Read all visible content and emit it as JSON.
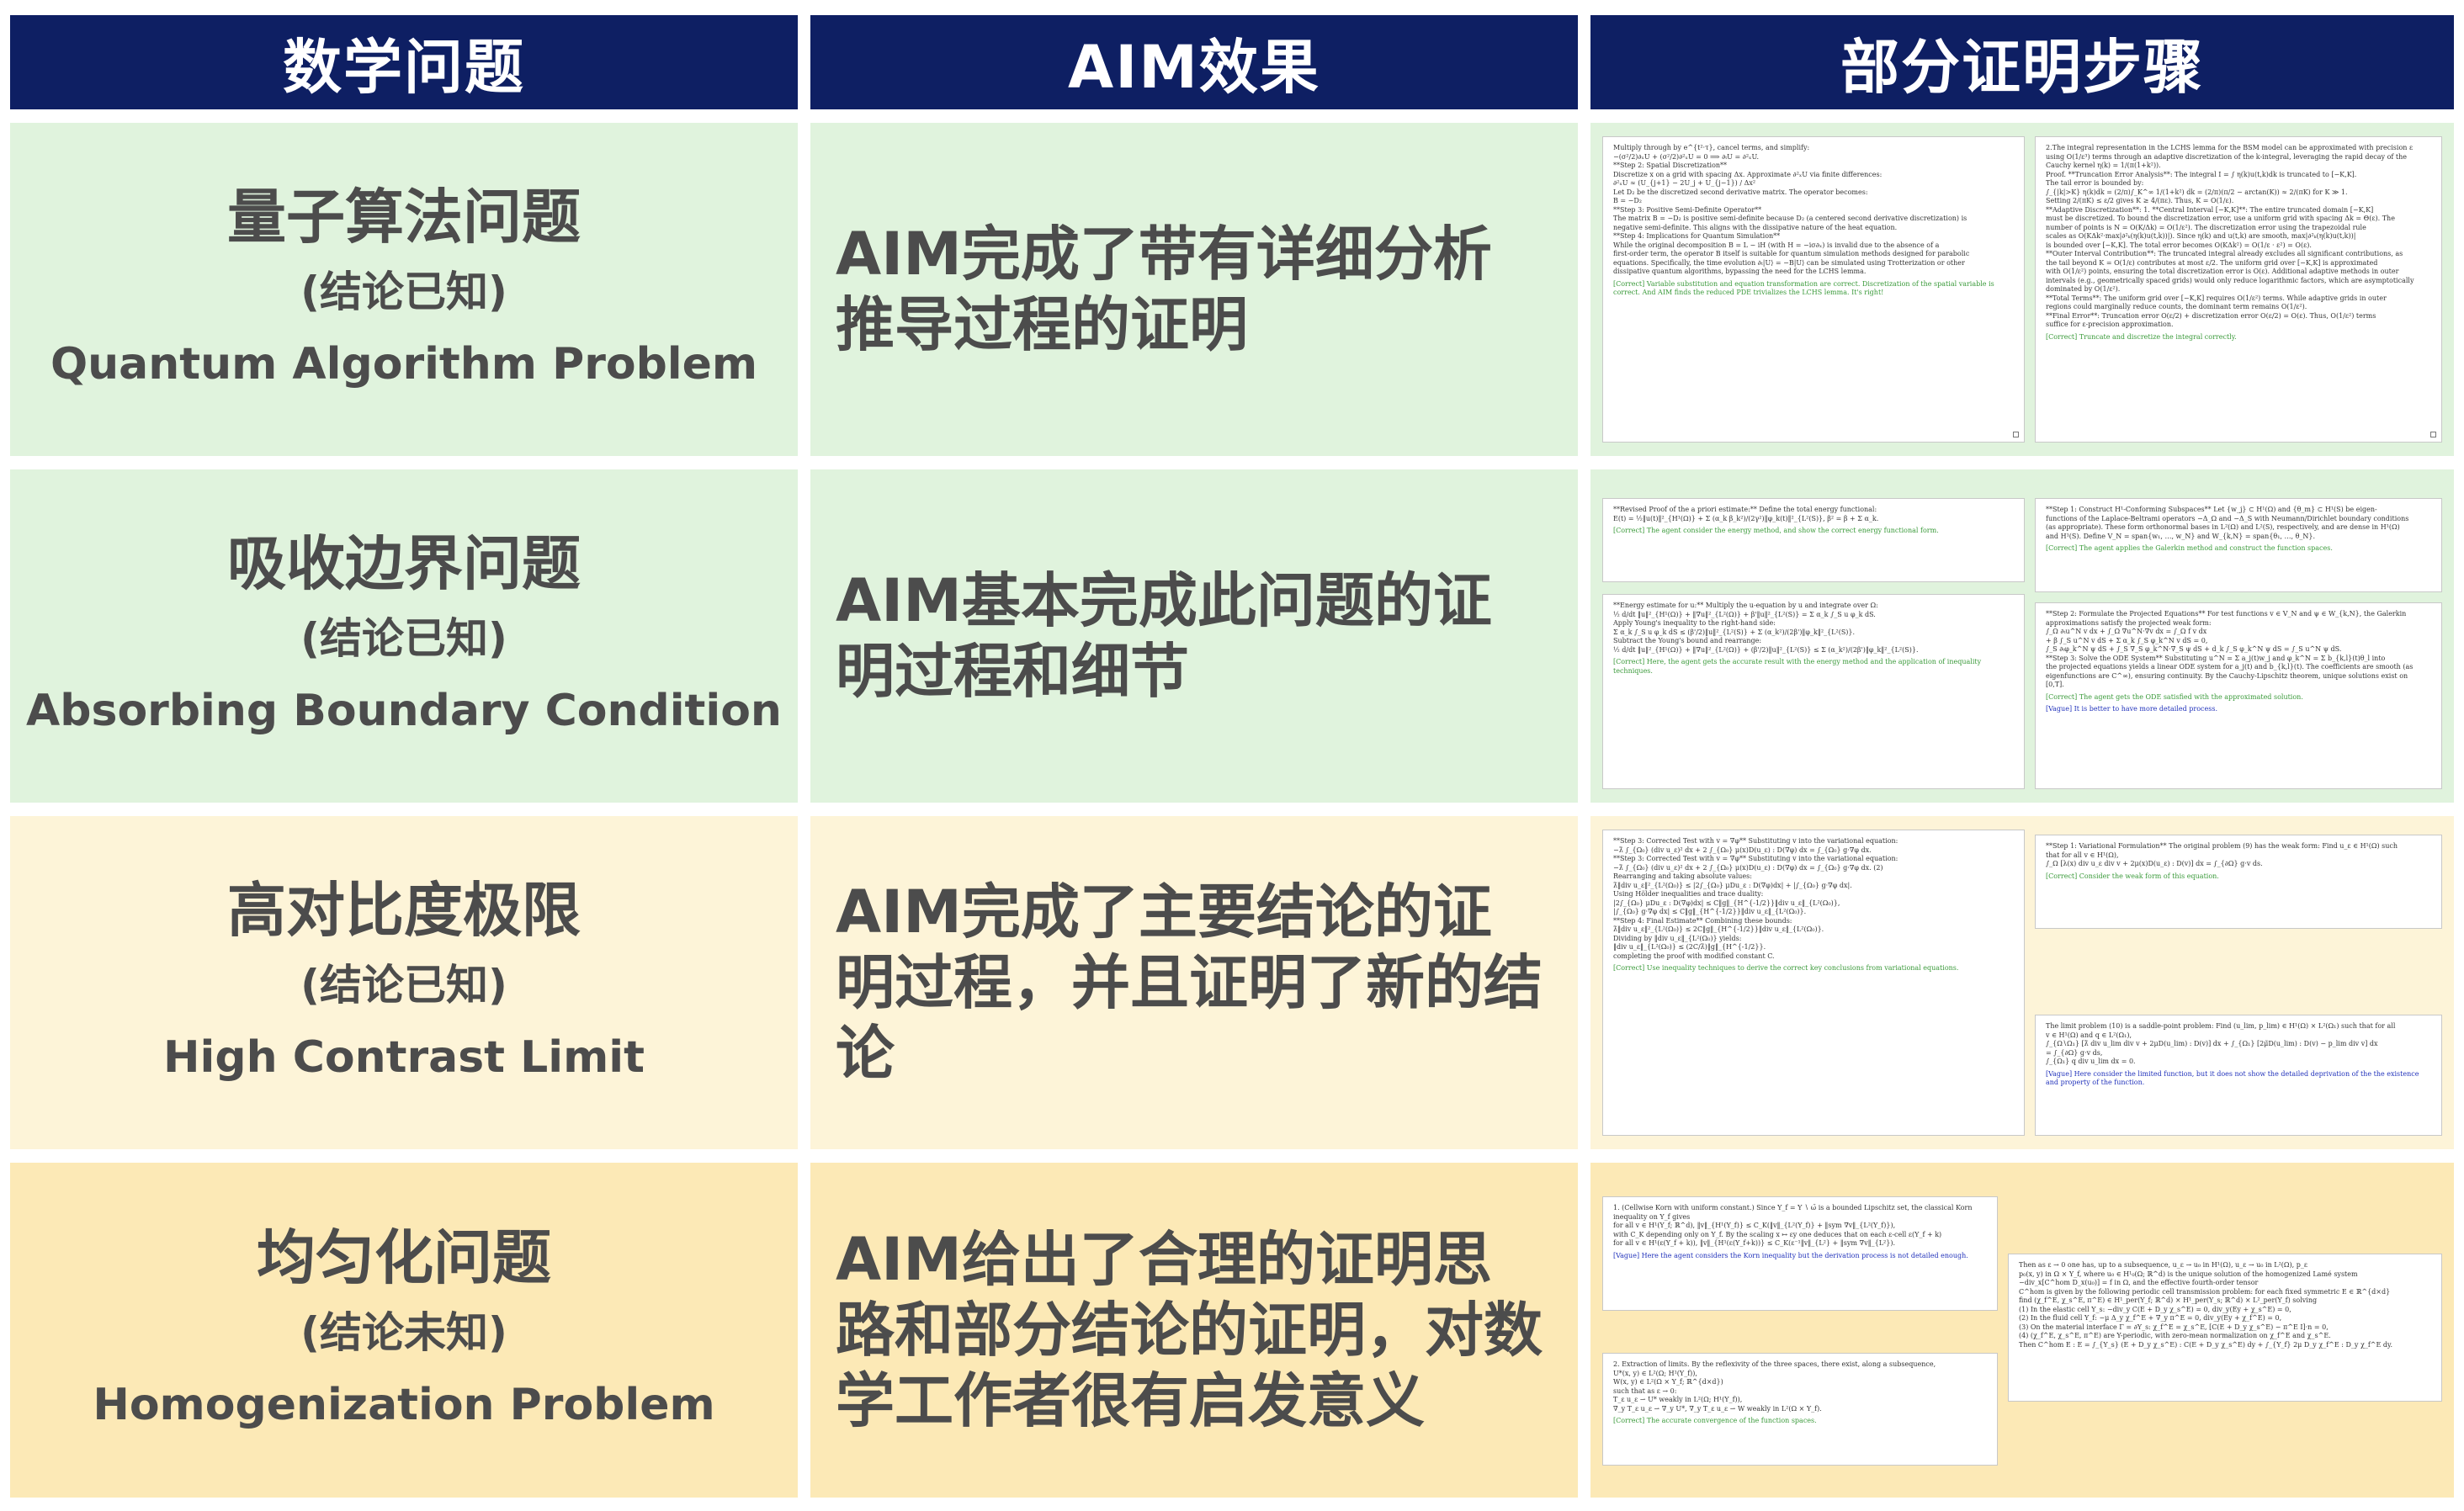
{
  "headers": [
    "数学问题",
    "AIM效果",
    "部分证明步骤"
  ],
  "rows": [
    {
      "problem_zh": "量子算法问题",
      "status": "(结论已知)",
      "problem_en": "Quantum Algorithm Problem",
      "effect": "AIM完成了带有详细分析推导过程的证明",
      "pages": [
        {
          "lines": [
            "Multiply through by e^{t²·τ}, cancel terms, and simplify:",
            "−(σ²/2)∂ₓU + (σ²/2)∂²ₓU = 0 ⟹ ∂ₜU = ∂²ₓU.",
            "**Step 2: Spatial Discretization**",
            "Discretize x on a grid with spacing Δx. Approximate ∂²ₓU via finite differences:",
            "∂²ₓU ≈ (U_{j+1} − 2U_j + U_{j−1}) / Δx²",
            "Let D₂ be the discretized second derivative matrix. The operator becomes:",
            "B = −D₂",
            "**Step 3: Positive Semi-Definite Operator**",
            "The matrix B = −D₂ is positive semi-definite because D₂ (a centered second derivative discretization) is",
            "negative semi-definite. This aligns with the dissipative nature of the heat equation.",
            "**Step 4: Implications for Quantum Simulation**",
            "While the original decomposition B = L − iH (with H = −iσ∂ₓ) is invalid due to the absence of a",
            "first-order term, the operator B itself is suitable for quantum simulation methods designed for parabolic",
            "equations. Specifically, the time evolution ∂ₜ|U⟩ = −B|U⟩ can be simulated using Trotterization or other",
            "dissipative quantum algorithms, bypassing the need for the LCHS lemma."
          ],
          "note": "[Correct] Variable substitution and equation transformation are correct. Discretization of the spatial variable is correct. And AIM finds the reduced PDE trivializes the LCHS lemma. It's right!"
        },
        {
          "lines": [
            "2.The integral representation in the LCHS lemma for the BSM model can be approximated with precision ε",
            "using O(1/ε³) terms through an adaptive discretization of the k-integral, leveraging the rapid decay of the",
            "Cauchy kernel η(k) = 1/(π(1+k²)).",
            "Proof. **Truncation Error Analysis**: The integral I = ∫ η(k)u(t,k)dk is truncated to [−K,K].",
            "The tail error is bounded by:",
            "∫_{|k|>K} η(k)dk = (2/π)∫_K^∞ 1/(1+k²) dk = (2/π)(π/2 − arctan(K)) ≈ 2/(πK) for K ≫ 1.",
            "Setting 2/(πK) ≤ ε/2 gives K ≥ 4/(πε). Thus, K = O(1/ε).",
            "**Adaptive Discretization**: 1. **Central Interval [−K,K]**: The entire truncated domain [−K,K]",
            "must be discretized. To bound the discretization error, use a uniform grid with spacing Δk = Θ(ε). The",
            "number of points is N = O(K/Δk) = O(1/ε²). The discretization error using the trapezoidal rule",
            "scales as O(KΔk²·max|∂²ₖ(η(k)u(t,k))|). Since η(k) and u(t,k) are smooth, max|∂²ₖ(η(k)u(t,k))|",
            "is bounded over [−K,K]. The total error becomes O(KΔk²) = O(1/ε · ε²) = O(ε).",
            "**Outer Interval Contribution**: The truncated integral already excludes all significant contributions, as",
            "the tail beyond K = O(1/ε) contributes at most ε/2. The uniform grid over [−K,K] is approximated",
            "with O(1/ε²) points, ensuring the total discretization error is O(ε). Additional adaptive methods in outer",
            "intervals (e.g., geometrically spaced grids) would only reduce logarithmic factors, which are asymptotically",
            "dominated by O(1/ε²).",
            "**Total Terms**: The uniform grid over [−K,K] requires O(1/ε²) terms. While adaptive grids in outer",
            "regions could marginally reduce counts, the dominant term remains O(1/ε²).",
            "**Final Error**: Truncation error O(ε/2) + discretization error O(ε/2) = O(ε). Thus, O(1/ε²) terms",
            "suffice for ε-precision approximation."
          ],
          "note": "[Correct] Truncate and discretize the integral correctly."
        }
      ]
    },
    {
      "problem_zh": "吸收边界问题",
      "status": "(结论已知)",
      "problem_en": "Absorbing Boundary Condition",
      "effect": "AIM基本完成此问题的证明过程和细节",
      "pages": [
        {
          "lines": [
            "**Revised Proof of the a priori estimate:** Define the total energy functional:",
            "E(t) = ½‖u(t)‖²_{H¹(Ω)} + Σ (α_k β_k²)/(2γ²)‖φ_k(t)‖²_{L²(S)},  β² = β + Σ α_k."
          ],
          "note": "[Correct] The agent consider the energy method, and show the correct energy functional form."
        },
        {
          "lines": [
            "**Energy estimate for u:** Multiply the u-equation by u and integrate over Ω:",
            "½ d/dt ‖u‖²_{H¹(Ω)} + ‖∇u‖²_{L²(Ω)} + β'‖u‖²_{L²(S)} = Σ α_k ∫_S u φ_k dS.",
            "Apply Young's inequality to the right-hand side:",
            "Σ α_k ∫_S u φ_k dS ≤ (β'/2)‖u‖²_{L²(S)} + Σ (α_k²)/(2β')‖φ_k‖²_{L²(S)}.",
            "Subtract the Young's bound and rearrange:",
            "½ d/dt ‖u‖²_{H¹(Ω)} + ‖∇u‖²_{L²(Ω)} + (β'/2)‖u‖²_{L²(S)} ≤ Σ (α_k²)/(2β')‖φ_k‖²_{L²(S)}."
          ],
          "note": "[Correct] Here, the agent gets the accurate result with the energy method and the application of inequality techniques."
        },
        {
          "lines": [
            "**Step 1: Construct H¹-Conforming Subspaces** Let {w_j} ⊂ H¹(Ω) and {θ_m} ⊂ H¹(S) be eigen-",
            "functions of the Laplace-Beltrami operators −Δ_Ω and −Δ_S with Neumann/Dirichlet boundary conditions",
            "(as appropriate). These form orthonormal bases in L²(Ω) and L²(S), respectively, and are dense in H¹(Ω)",
            "and H¹(S). Define V_N = span{w₁, …, w_N} and W_{k,N} = span{θ₁, …, θ_N}."
          ],
          "note": "[Correct] The agent applies the Galerkin method and construct the function spaces."
        },
        {
          "lines": [
            "**Step 2: Formulate the Projected Equations** For test functions v ∈ V_N and ψ ∈ W_{k,N}, the Galerkin",
            "approximations satisfy the projected weak form:",
            "∫_Ω ∂ₜu^N v dx + ∫_Ω ∇u^N·∇v dx = ∫_Ω f v dx",
            "+ β ∫_S u^N v dS + Σ α_k ∫_S φ_k^N v dS = 0,",
            "∫_S ∂ₜφ_k^N ψ dS + ∫_S ∇_S φ_k^N·∇_S ψ dS + d_k ∫_S φ_k^N ψ dS = ∫_S u^N ψ dS.",
            "**Step 3: Solve the ODE System** Substituting u^N = Σ a_j(t)w_j and φ_k^N = Σ b_{k,l}(t)θ_l into",
            "the projected equations yields a linear ODE system for a_j(t) and b_{k,l}(t). The coefficients are smooth (as",
            "eigenfunctions are C^∞), ensuring continuity. By the Cauchy-Lipschitz theorem, unique solutions exist on",
            "[0,T]."
          ],
          "note": "[Correct] The agent gets the ODE satisfied with the approximated solution.",
          "note2": "[Vague] It is better to have more detailed process."
        }
      ]
    },
    {
      "problem_zh": "高对比度极限",
      "status": "(结论已知)",
      "problem_en": "High Contrast Limit",
      "effect": "AIM完成了主要结论的证明过程，并且证明了新的结论",
      "pages": [
        {
          "lines": [
            "**Step 3: Corrected Test with v = ∇φ** Substituting v into the variational equation:",
            "−λ̃ ∫_{Ω₀} (div u_ε)² dx + 2 ∫_{Ω₀} μ(x)D(u_ε) : D(∇φ) dx = ∫_{Ω₀} g·∇φ dx.",
            "**Step 3: Corrected Test with v = ∇φ** Substituting v into the variational equation:",
            "−λ̃ ∫_{Ω₀} (div u_ε)² dx + 2 ∫_{Ω₀} μ(x)D(u_ε) : D(∇φ) dx = ∫_{Ω₀} g·∇φ dx.   (2)",
            "Rearranging and taking absolute values:",
            "λ̃‖div u_ε‖²_{L²(Ω₀)} ≤ |2∫_{Ω₀} μDu_ε : D(∇φ)dx| + |∫_{Ω₀} g·∇φ dx|.",
            "Using Hölder inequalities and trace duality:",
            "|2∫_{Ω₀} μDu_ε : D(∇φ)dx| ≤ C‖g‖_{H^{-1/2}}‖div u_ε‖_{L²(Ω₀)},",
            "|∫_{Ω₀} g·∇φ dx| ≤ C‖g‖_{H^{-1/2}}‖div u_ε‖_{L²(Ω₀)}.",
            "**Step 4: Final Estimate** Combining these bounds:",
            "λ̃‖div u_ε‖²_{L²(Ω₀)} ≤ 2C‖g‖_{H^{-1/2}}‖div u_ε‖_{L²(Ω₀)}.",
            "Dividing by ‖div u_ε‖_{L²(Ω₀)} yields:",
            "‖div u_ε‖_{L²(Ω₀)} ≤ (2C/λ̃)‖g‖_{H^{-1/2}}.",
            "completing the proof with modified constant C."
          ],
          "note": "[Correct] Use inequality techniques to derive the correct key conclusions from variational equations."
        },
        {
          "lines": [
            "**Step 1: Variational Formulation** The original problem (9) has the weak form: Find u_ε ∈ H¹(Ω) such",
            "that for all v ∈ H¹(Ω),",
            "∫_Ω [λ(x) div u_ε div v + 2μ(x)D(u_ε) : D(v)] dx = ∫_{∂Ω} g·v ds."
          ],
          "note": "[Correct] Consider the weak form of this equation."
        },
        {
          "lines": [
            "The limit problem (10) is a saddle-point problem: Find (u_lim, p_lim) ∈ H¹(Ω) × L²(Ω₁) such that for all",
            "v ∈ H¹(Ω) and q ∈ L²(Ω₁),",
            "∫_{Ω∖Ω₁} [λ̃ div u_lim div v + 2μD(u_lim) : D(v)] dx + ∫_{Ω₁} [2μ̃D(u_lim) : D(v) − p_lim div v] dx",
            "= ∫_{∂Ω} g·v ds,",
            "∫_{Ω₁} q div u_lim dx = 0."
          ],
          "note": "[Vague] Here consider the limited function, but it does not show the detailed deprivation of the the existence and property of the function."
        }
      ]
    },
    {
      "problem_zh": "均匀化问题",
      "status": "(结论未知)",
      "problem_en": "Homogenization Problem",
      "effect": "AIM给出了合理的证明思路和部分结论的证明，对数学工作者很有启发意义",
      "pages": [
        {
          "lines": [
            "1. (Cellwise Korn with uniform constant.) Since Y_f = Y ∖ ω̄ is a bounded Lipschitz set, the classical Korn",
            "inequality on Y_f gives",
            "for all v ∈ H¹(Y_f; ℝ^d),  ‖v‖_{H¹(Y_f)} ≤ C_K(‖v‖_{L²(Y_f)} + ‖sym ∇v‖_{L²(Y_f)}),",
            "with C_K depending only on Y_f. By the scaling x ↦ εy one deduces that on each ε-cell ε(Y_f + k)",
            "for all v ∈ H¹(ε(Y_f + k)),  ‖v‖_{H¹(ε(Y_f+k))} ≤ C_K(ε⁻¹‖v‖_{L²} + ‖sym ∇v‖_{L²})."
          ],
          "note": "[Vague] Here the agent considers the Korn inequality but the derivation process is not detailed enough."
        },
        {
          "lines": [
            "2. Extraction of limits. By the reflexivity of the three spaces, there exist, along a subsequence,",
            "U*(x, y) ∈ L²(Ω; H¹(Y_f)),",
            "W(x, y) ∈ L²(Ω × Y_f; ℝ^{d×d})",
            "such that as ε → 0:",
            "T_ε u_ε ⇀ U* weakly in L²(Ω; H¹(Y_f)),",
            "∇_y T_ε u_ε ⇀ ∇_y U*,  ∇_y T_ε u_ε ⇀ W weakly in L²(Ω × Y_f)."
          ],
          "note": "[Correct] The accurate convergence of the function spaces."
        },
        {
          "lines": [
            "Then as ε → 0 one has, up to a subsequence,  u_ε → u₀ in H¹(Ω),   u_ε → u₀ in L²(Ω),   p_ε",
            "p₀(x, y) in Ω × Y_f, where u₀ ∈ H¹₀(Ω; ℝ^d) is the unique solution of the homogenized Lamé system",
            "−div_x[C^hom D_x(u₀)] = f in Ω, and the effective fourth-order tensor",
            "C^hom is given by the following periodic cell transmission problem: for each fixed symmetric E ∈ ℝ^{d×d}",
            "find (χ_f^E, χ_s^E, π^E) ∈ H¹_per(Y_f; ℝ^d) × H¹_per(Y_s; ℝ^d) × L²_per(Y_f) solving",
            "(1) In the elastic cell Y_s: −div_y C(E + D_y χ_s^E) = 0,   div_y(Ey + χ_s^E) = 0,",
            "(2) In the fluid cell Y_f: −μ Δ_y χ_f^E + ∇_y π^E = 0,   div_y(Ey + χ_f^E) = 0,",
            "(3) On the material interface Γ = ∂Y_s: χ_f^E = χ_s^E, [C(E + D_y χ_s^E) − π^E I]·n = 0,",
            "(4) (χ_f^E, χ_s^E, π^E) are Y-periodic, with zero-mean normalization on χ_f^E and χ_s^E.",
            "Then   C^hom E : E = ∫_{Y_s} (E + D_y χ_s^E) : C(E + D_y χ_s^E) dy  + ∫_{Y_f} 2μ D_y χ_f^E : D_y χ_f^E dy."
          ]
        }
      ]
    }
  ]
}
